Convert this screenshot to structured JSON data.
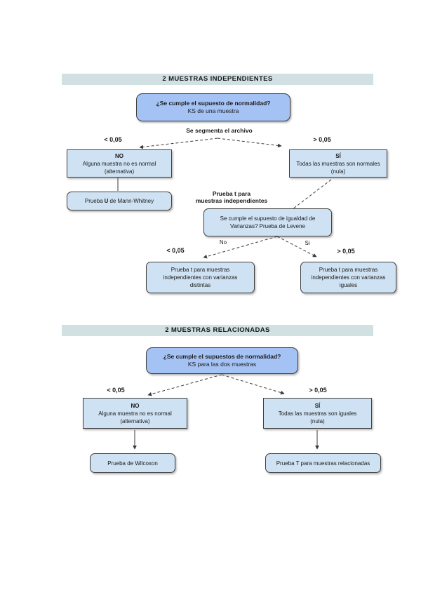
{
  "colors": {
    "section_header_bg": "#d0e0e3",
    "question_box_bg": "#a4c2f4",
    "result_box_bg": "#cfe2f3",
    "box_border": "#3f3f3f",
    "line_color": "#3a3a3a"
  },
  "independent_samples": {
    "section_title": "2 MUESTRAS INDEPENDIENTES",
    "normality_question": {
      "line1": "¿Se cumple el supuesto de normalidad?",
      "line2": "KS de una muestra"
    },
    "segment_note": "Se segmenta el archivo",
    "left_threshold": "< 0,05",
    "right_threshold": "> 0,05",
    "not_normal_box": {
      "verdict": "NO",
      "line1": "Alguna muestra no es normal",
      "line2": "(alternativa)"
    },
    "normal_box": {
      "verdict": "SÍ",
      "line1": "Todas las muestras son normales",
      "line2": "(nula)"
    },
    "mann_whitney": {
      "pre": "Prueba",
      "letter": "U",
      "post": "de Mann-Whitney"
    },
    "t_test_label": {
      "line1": "Prueba t para",
      "line2": "muestras independientes"
    },
    "levene_question": {
      "line1": "Se cumple el supuesto de igualdad de",
      "line2": "Varianzas? Prueba de Levene"
    },
    "no_label": "No",
    "si_label": "Si",
    "levene_left_threshold": "< 0,05",
    "levene_right_threshold": "> 0,05",
    "unequal_variance_box": {
      "line1": "Prueba t para muestras",
      "line2": "independientes con varianzas",
      "line3": "distintas"
    },
    "equal_variance_box": {
      "line1": "Prueba t para muestras",
      "line2": "independientes con varianzas",
      "line3": "iguales"
    }
  },
  "related_samples": {
    "section_title": "2 MUESTRAS RELACIONADAS",
    "normality_question": {
      "line1": "¿Se cumple el supuestos de normalidad?",
      "line2": "KS para las dos muestras"
    },
    "left_threshold": "< 0,05",
    "right_threshold": "> 0,05",
    "not_normal_box": {
      "verdict": "NO",
      "line1": "Alguna muestra no es normal",
      "line2": "(alternativa)"
    },
    "normal_box": {
      "verdict": "SÍ",
      "line1": "Todas las muestras son iguales",
      "line2": "(nula)"
    },
    "wilcoxon_box": "Prueba de Wilcoxon",
    "t_test_box": "Prueba T para muestras relacionadas"
  }
}
